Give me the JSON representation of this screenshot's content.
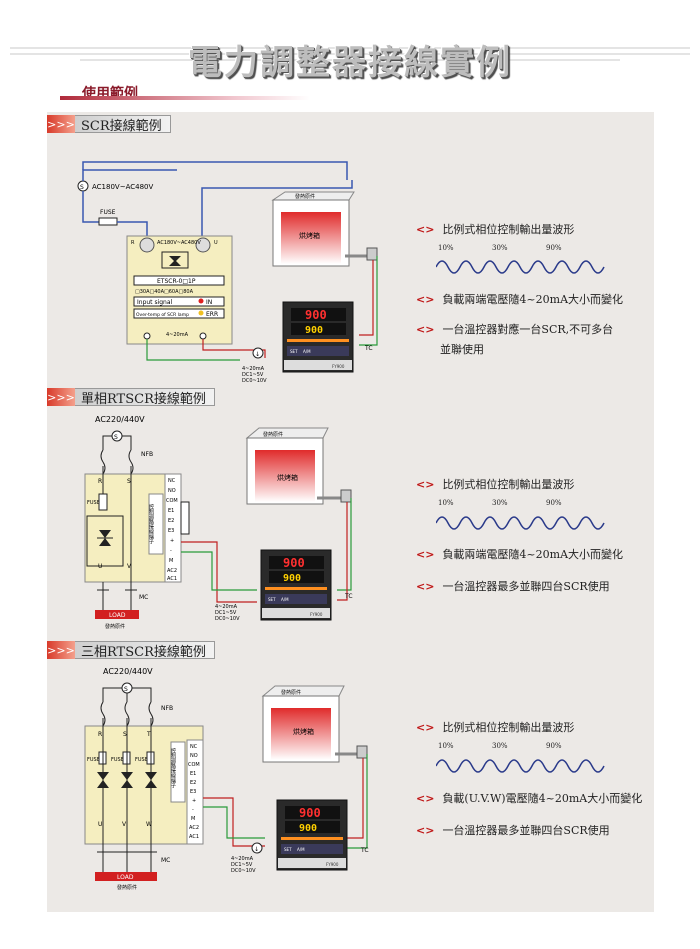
{
  "title": "電力調整器接線實例",
  "usage_label": "使用範例",
  "sections": [
    {
      "heading": "SCR接線範例",
      "supply": "AC180V~AC480V",
      "fuse": "FUSE",
      "module_label": "AC180V~AC480V",
      "module_terminals": [
        "R",
        "U"
      ],
      "model": "ETSCR-0□1P",
      "ratings": "□30A□40A□60A□80A",
      "input_signal": "Input signal",
      "in_label": "IN",
      "overtemp": "Over-temp of SCR lamp",
      "err_label": "ERR",
      "control_input": "4~20mA",
      "signal_note": [
        "4~20mA",
        "DC1~5V",
        "DC0~10V"
      ],
      "heater_label": "發熱原件",
      "oven_label": "烘烤箱",
      "display_pv": "900",
      "display_sv": "900",
      "tc_label": "TC",
      "waveform_pcts": [
        "10%",
        "30%",
        "90%"
      ],
      "bullets": [
        "比例式相位控制輸出量波形",
        "負載兩端電壓隨4~20mA大小而變化",
        "一台溫控器對應一台SCR,不可多台",
        "並聯使用"
      ]
    },
    {
      "heading": "單相RTSCR接線範例",
      "supply": "AC220/440V",
      "nfb": "NFB",
      "fuse": "FUSE",
      "phases": [
        "R",
        "S"
      ],
      "outputs": [
        "U",
        "V"
      ],
      "terminals": [
        "NC",
        "NO",
        "COM",
        "E1",
        "E2",
        "E3",
        "+",
        "-",
        "M",
        "AC2",
        "AC1"
      ],
      "vertical_label": "控制迴路接線端子",
      "load": "LOAD",
      "mc": "MC",
      "heater_label": "發熱原件",
      "oven_label": "烘烤箱",
      "display_pv": "900",
      "display_sv": "900",
      "tc_label": "TC",
      "signal_note": [
        "4~20mA",
        "DC1~5V",
        "DC0~10V"
      ],
      "waveform_pcts": [
        "10%",
        "30%",
        "90%"
      ],
      "bullets": [
        "比例式相位控制輸出量波形",
        "負載兩端電壓隨4~20mA大小而變化",
        "一台溫控器最多並聯四台SCR使用"
      ]
    },
    {
      "heading": "三相RTSCR接線範例",
      "supply": "AC220/440V",
      "nfb": "NFB",
      "fuse": "FUSE",
      "phases": [
        "R",
        "S",
        "T"
      ],
      "outputs": [
        "U",
        "V",
        "W"
      ],
      "terminals": [
        "NC",
        "NO",
        "COM",
        "E1",
        "E2",
        "E3",
        "+",
        "-",
        "M",
        "AC2",
        "AC1"
      ],
      "vertical_label": "控制迴路接線端子",
      "load": "LOAD",
      "mc": "MC",
      "heater_label": "發熱原件",
      "oven_label": "烘烤箱",
      "display_pv": "900",
      "display_sv": "900",
      "tc_label": "TC",
      "signal_note": [
        "4~20mA",
        "DC1~5V",
        "DC0~10V"
      ],
      "waveform_pcts": [
        "10%",
        "30%",
        "90%"
      ],
      "bullets": [
        "比例式相位控制輸出量波形",
        "負載(U.V.W)電壓隨4~20mA大小而變化",
        "一台溫控器最多並聯四台SCR使用"
      ]
    }
  ],
  "controller_brand": "FY900",
  "controller_buttons": [
    "SET",
    "A/M"
  ]
}
